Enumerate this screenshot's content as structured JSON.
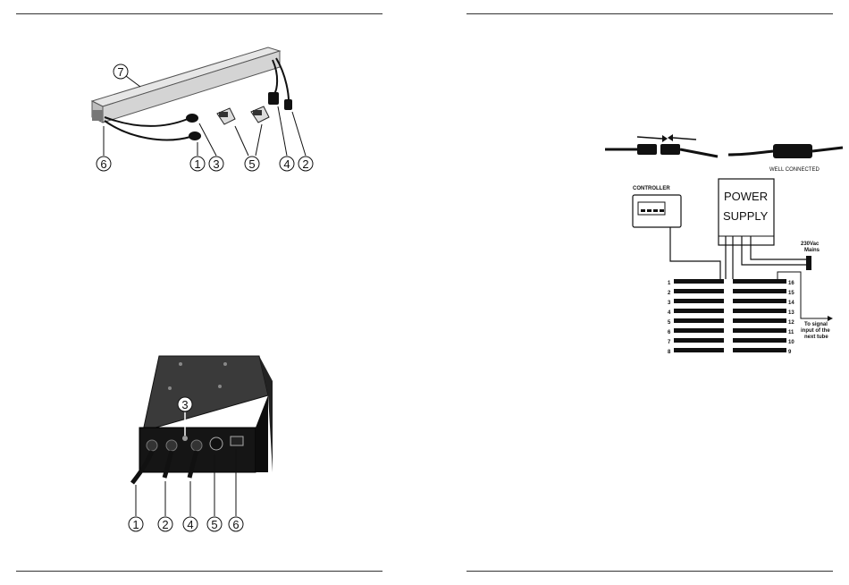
{
  "tube_figure": {
    "callouts": [
      "7",
      "1",
      "3",
      "5",
      "4",
      "2",
      "6"
    ]
  },
  "controller_figure": {
    "callouts": [
      "3",
      "1",
      "2",
      "4",
      "5",
      "6"
    ]
  },
  "connector_figure": {
    "caption": "WELL CONNECTED"
  },
  "wiring_diagram": {
    "controller_label": "CONTROLLER",
    "power_supply_line1": "POWER",
    "power_supply_line2": "SUPPLY",
    "mains_line1": "230Vac",
    "mains_line2": "Mains",
    "signal_line1": "To signal",
    "signal_line2": "input of the",
    "signal_line3": "next tube",
    "left_numbers": [
      "1",
      "2",
      "3",
      "4",
      "5",
      "6",
      "7",
      "8"
    ],
    "right_numbers": [
      "16",
      "15",
      "14",
      "13",
      "12",
      "11",
      "10",
      "9"
    ]
  }
}
